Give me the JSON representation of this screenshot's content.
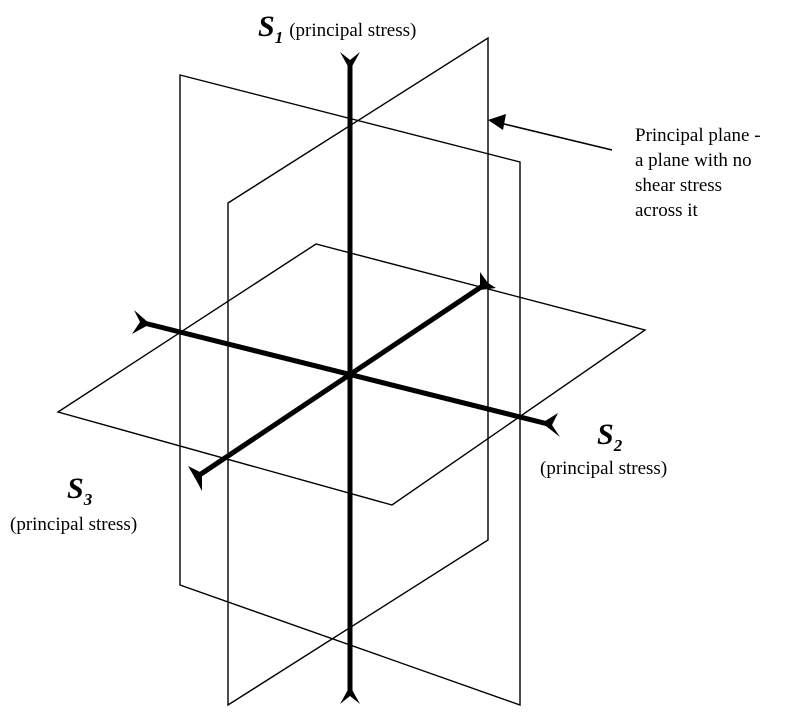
{
  "axes": {
    "s1": {
      "symbol": "S",
      "subscript": "1",
      "caption": "(principal stress)"
    },
    "s2": {
      "symbol": "S",
      "subscript": "2",
      "caption": "(principal stress)"
    },
    "s3": {
      "symbol": "S",
      "subscript": "3",
      "caption": "(principal stress)"
    }
  },
  "annotation": {
    "lines": [
      "Principal plane -",
      "a plane with no",
      "shear stress",
      "across it"
    ]
  }
}
